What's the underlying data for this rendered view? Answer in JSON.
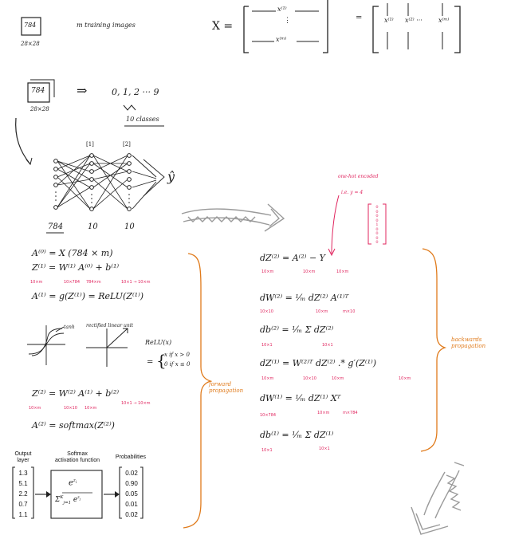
{
  "top": {
    "box_num": "784",
    "box_dim": "28×28",
    "m_training": "m training images",
    "X_eq": "X =",
    "row1": "x⁽¹⁾",
    "row_m": "x⁽ᵐ⁾",
    "eq2": "=",
    "col1": "x⁽¹⁾",
    "col2": "x⁽²⁾ ···",
    "colm": "x⁽ᵐ⁾"
  },
  "classes": {
    "box_num": "784",
    "box_dim": "28×28",
    "arrow": "⇒",
    "digits": "0, 1, 2 ··· 9",
    "ten_classes": "10 classes"
  },
  "network": {
    "layer1_tag": "[1]",
    "layer2_tag": "[2]",
    "yhat": "ŷ",
    "n0": "784",
    "n1": "10",
    "n2": "10"
  },
  "forward": {
    "a0": "A⁽⁰⁾ =  X    (784 × m)",
    "z1": "Z⁽¹⁾ =  W⁽¹⁾ A⁽⁰⁾  +  b⁽¹⁾",
    "z1_dims": [
      "10×m",
      "10×784",
      "784×m",
      "10×1 → 10×m"
    ],
    "a1": "A⁽¹⁾ =  g(Z⁽¹⁾)  =  ReLU(Z⁽¹⁾)",
    "tanh_label": "tanh",
    "relu_title": "rectified linear unit",
    "relu_def_head": "ReLU(x)",
    "relu_def_case1": "x   if x > 0",
    "relu_def_case2": "0   if x ≤ 0",
    "relu_eq": "=",
    "z2": "Z⁽²⁾ =  W⁽²⁾ A⁽¹⁾  +  b⁽²⁾",
    "z2_dims": [
      "10×m",
      "10×10",
      "10×m",
      "10×1 → 10×m"
    ],
    "a2": "A⁽²⁾ =  softmax(Z⁽²⁾)",
    "label": "forward propagation"
  },
  "backward": {
    "onehot": "one-hot encoded",
    "ie": "i.e. y = 4",
    "dz2": "dZ⁽²⁾ =  A⁽²⁾  −  Y",
    "dz2_dims": [
      "10×m",
      "10×m",
      "10×m"
    ],
    "dw2": "dW⁽²⁾ =  ¹⁄ₘ dZ⁽²⁾ A⁽¹⁾ᵀ",
    "dw2_dims": [
      "10×10",
      "10×m",
      "m×10"
    ],
    "db2": "db⁽²⁾ =  ¹⁄ₘ Σ dZ⁽²⁾",
    "db2_dims": [
      "10×1",
      "10×1"
    ],
    "dz1": "dZ⁽¹⁾ =  W⁽²⁾ᵀ dZ⁽²⁾  .*  g′(Z⁽¹⁾)",
    "dz1_dims": [
      "10×m",
      "10×10",
      "10×m",
      "10×m"
    ],
    "dw1": "dW⁽¹⁾ =  ¹⁄ₘ dZ⁽¹⁾ Xᵀ",
    "dw1_dims": [
      "10×784",
      "10×m",
      "m×784"
    ],
    "db1": "db⁽¹⁾ =  ¹⁄ₘ Σ dZ⁽¹⁾",
    "db1_dims": [
      "10×1",
      "10×1"
    ],
    "label": "backwards propagation"
  },
  "softmax": {
    "output_layer": "Output\nlayer",
    "function": "Softmax\nactivation function",
    "probabilities": "Probabilities",
    "inputs": [
      "1.3",
      "5.1",
      "2.2",
      "0.7",
      "1.1"
    ],
    "outputs": [
      "0.02",
      "0.90",
      "0.05",
      "0.01",
      "0.02"
    ],
    "formula_num": "e^{z_i}",
    "formula_den": "Σ_{j=1}^{K} e^{z_j}"
  },
  "colors": {
    "ink": "#1a1a1a",
    "dims": "#e0245e",
    "annotation": "#e07a1a",
    "arrow": "#9a9a9a"
  }
}
